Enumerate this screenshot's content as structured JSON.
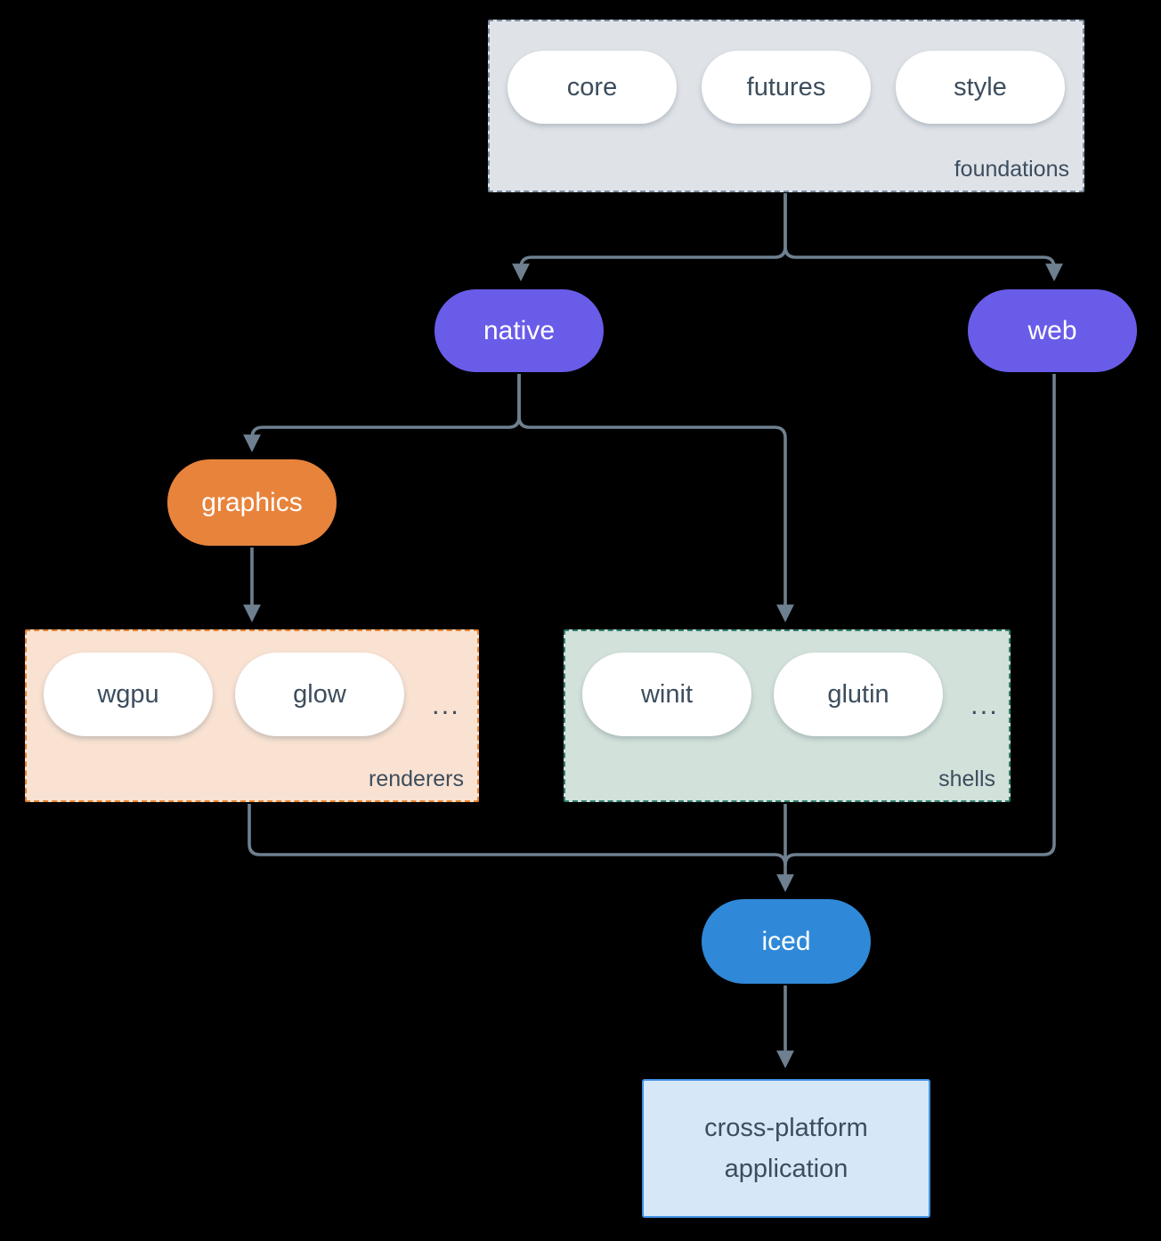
{
  "colors": {
    "line": "#6E8090",
    "ink": "#3C4D5D",
    "purple": "#695CE8",
    "orange": "#E8833C",
    "blue": "#2F89D8",
    "foundations-fill": "#DFE3E8",
    "foundations-border": "#7B8DA0",
    "renderers-fill": "#F9E2D2",
    "renderers-border": "#E8822E",
    "shells-fill": "#D2E1DA",
    "shells-border": "#2E7D6C",
    "app-fill": "#D6E8F8",
    "app-border": "#3F8FE2"
  },
  "nodes": {
    "foundations": {
      "label": "foundations",
      "pills": [
        "core",
        "futures",
        "style"
      ]
    },
    "native": {
      "label": "native"
    },
    "web": {
      "label": "web"
    },
    "graphics": {
      "label": "graphics"
    },
    "renderers": {
      "label": "renderers",
      "pills": [
        "wgpu",
        "glow"
      ],
      "more": "..."
    },
    "shells": {
      "label": "shells",
      "pills": [
        "winit",
        "glutin"
      ],
      "more": "..."
    },
    "iced": {
      "label": "iced"
    },
    "application": {
      "line1": "cross-platform",
      "line2": "application"
    }
  }
}
